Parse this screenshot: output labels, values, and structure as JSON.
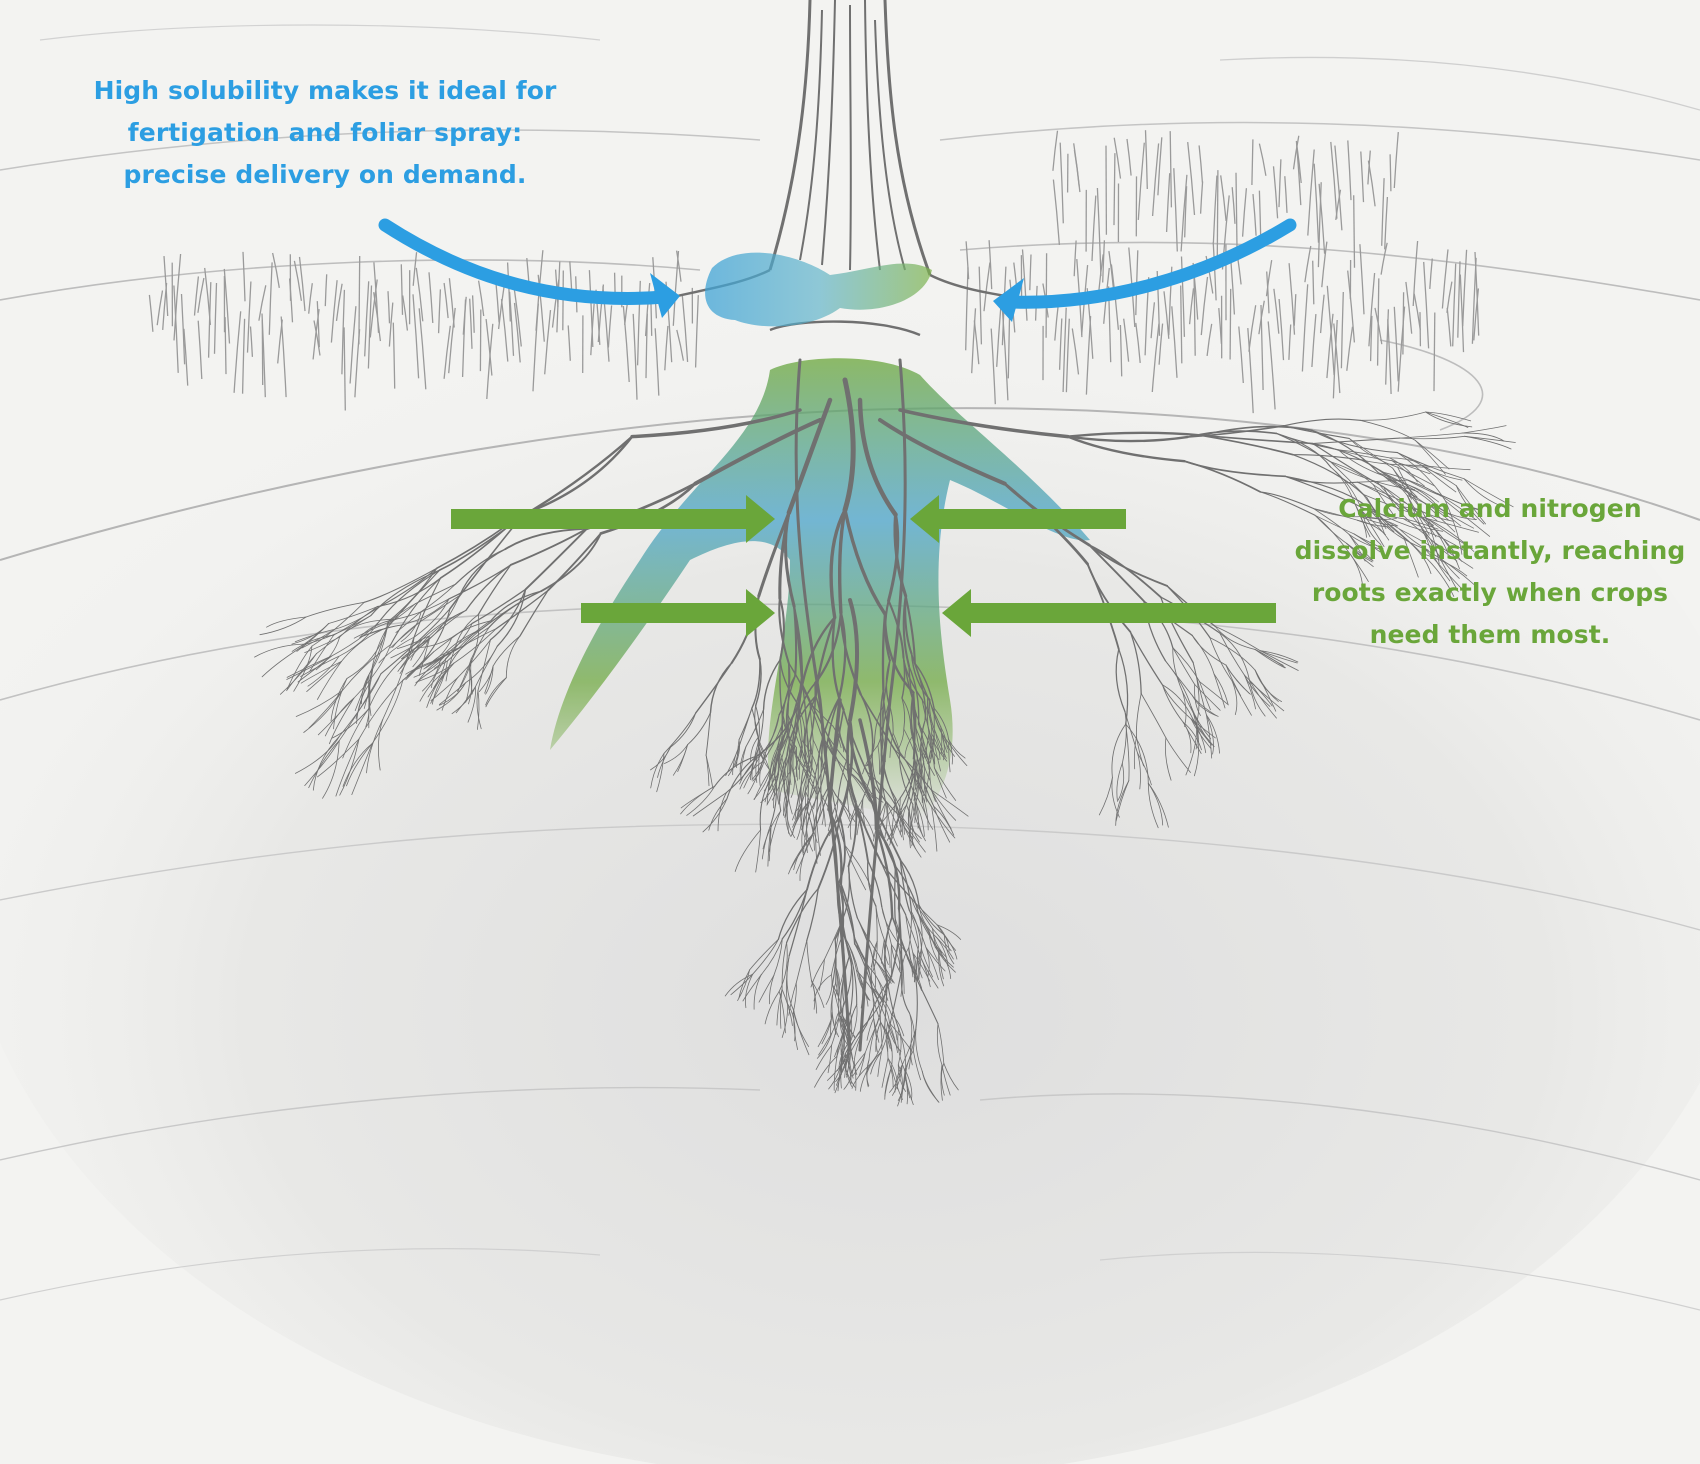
{
  "colors": {
    "blue": "#2c9ee2",
    "green": "#6aa63a",
    "sketch": "#6f6f6f",
    "sketch_light": "#a9a9a9",
    "background": "#f3f3f1",
    "soil": "#e4e4e2"
  },
  "callouts": {
    "solubility": {
      "lines": [
        "High solubility makes it ideal for",
        "fertigation and foliar spray:",
        "precise delivery on demand."
      ]
    },
    "nutrients": {
      "lines": [
        "Calcium and nitrogen",
        "dissolve instantly, reaching",
        "roots exactly when crops",
        "need them most."
      ]
    }
  }
}
